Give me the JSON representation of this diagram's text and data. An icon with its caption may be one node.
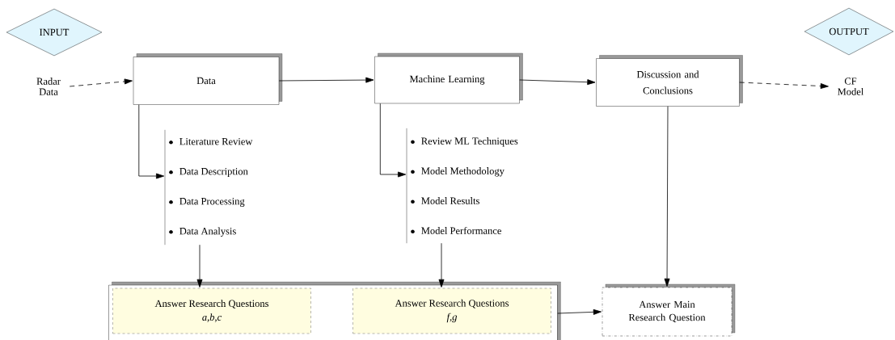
{
  "diagram": {
    "nodes": [
      {
        "text": [
          "INPUT"
        ]
      },
      {
        "text": [
          "Radar Data"
        ]
      },
      {
        "text": [
          "Data"
        ]
      },
      {
        "text": [
          "Machine Learning"
        ]
      },
      {
        "text": [
          "Discussion and Conclusions"
        ]
      },
      {
        "text": [
          "OUTPUT"
        ]
      },
      {
        "text": [
          "CF Model"
        ]
      },
      {
        "text": [
          "Literature Review",
          "Data Description",
          "Data Processing",
          "Data Analysis"
        ]
      },
      {
        "text": [
          "Review ML Techniques",
          "Model Methodology",
          "Model Results",
          "Model Performance"
        ]
      },
      {
        "text": [],
        "shape": "box"
      },
      {
        "text": [
          "Answer Research Questions",
          "a,b,c"
        ],
        "in": 9
      },
      {
        "text": [
          "Answer Research Questions",
          "f,g"
        ],
        "in": 9
      },
      {
        "text": [
          "Answer Main Research Question"
        ]
      }
    ],
    "edges": [
      {
        "from": 1,
        "to": 2,
        "arrow": "to",
        "style": "dashed"
      },
      {
        "from": 2,
        "to": 3,
        "arrow": "to"
      },
      {
        "from": 3,
        "to": 4,
        "arrow": "to"
      },
      {
        "from": 4,
        "to": 6,
        "arrow": "to",
        "style": "dashed"
      },
      {
        "from": 2,
        "to": 7,
        "arrow": "to"
      },
      {
        "from": 3,
        "to": 8,
        "arrow": "to"
      },
      {
        "from": 7,
        "to": 10,
        "arrow": "to"
      },
      {
        "from": 8,
        "to": 11,
        "arrow": "to"
      },
      {
        "from": 4,
        "to": 12,
        "arrow": "to"
      },
      {
        "from": 9,
        "to": 12,
        "arrow": "to"
      }
    ]
  }
}
